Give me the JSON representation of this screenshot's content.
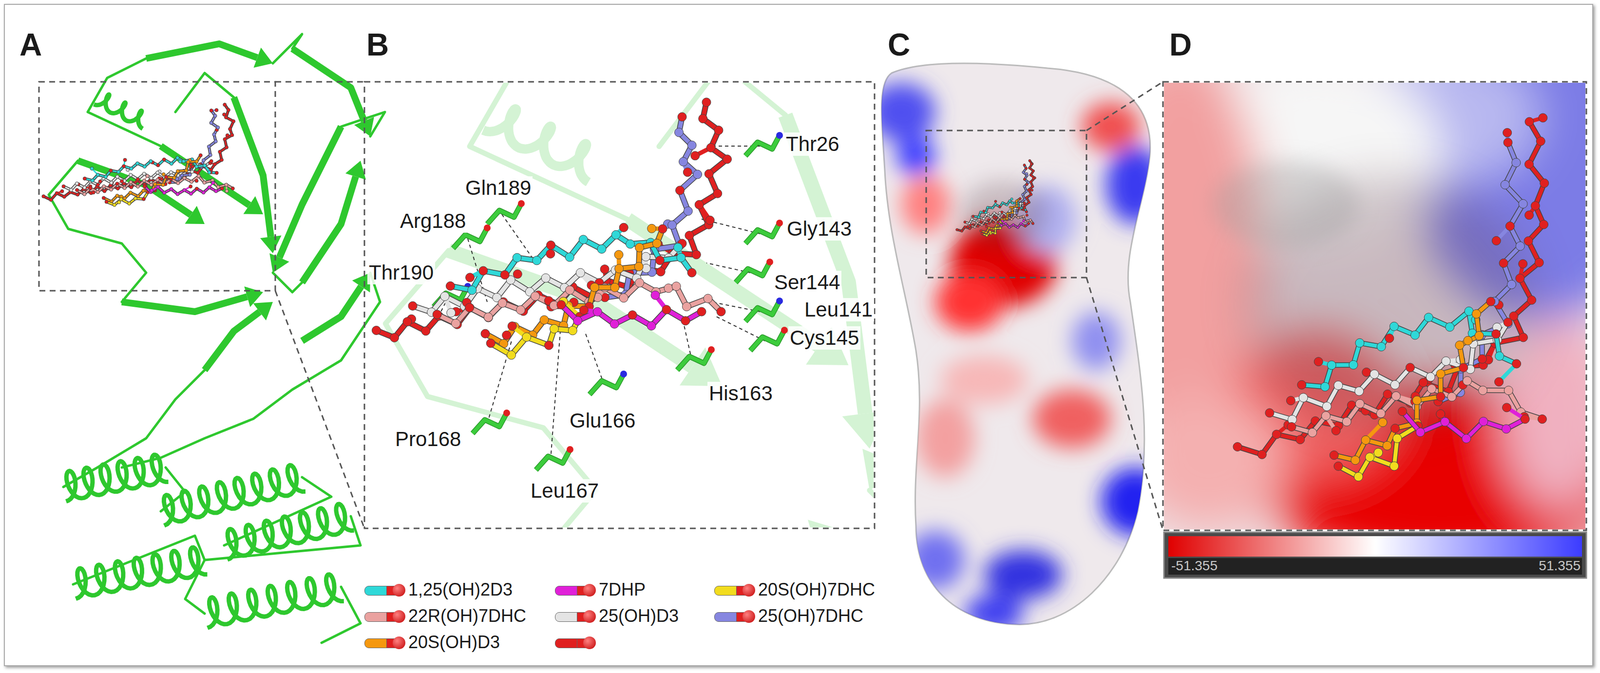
{
  "diagram": {
    "labels": [
      "A",
      "B",
      "C",
      "D",
      "Thr26",
      "Gln189",
      "Arg188",
      "Thr190",
      "Gly143",
      "Ser144",
      "Leu141",
      "Cys145",
      "His163",
      "Glu166",
      "Pro168",
      "Leu167",
      "-51.355",
      "51.355"
    ],
    "legend": [
      {
        "text": "1,25(OH)2D3",
        "color": "#2fd8d8"
      },
      {
        "text": "7DHP",
        "color": "#e020d8"
      },
      {
        "text": "20S(OH)7DHC",
        "color": "#f2dc1e"
      },
      {
        "text": "22R(OH)7DHC",
        "color": "#eaa2a0"
      },
      {
        "text": "25(OH)D3",
        "color": "#e4e4e4"
      },
      {
        "text": "25(OH)7DHC",
        "color": "#8686e0"
      },
      {
        "text": "20S(OH)D3",
        "color": "#f5980f"
      }
    ]
  }
}
